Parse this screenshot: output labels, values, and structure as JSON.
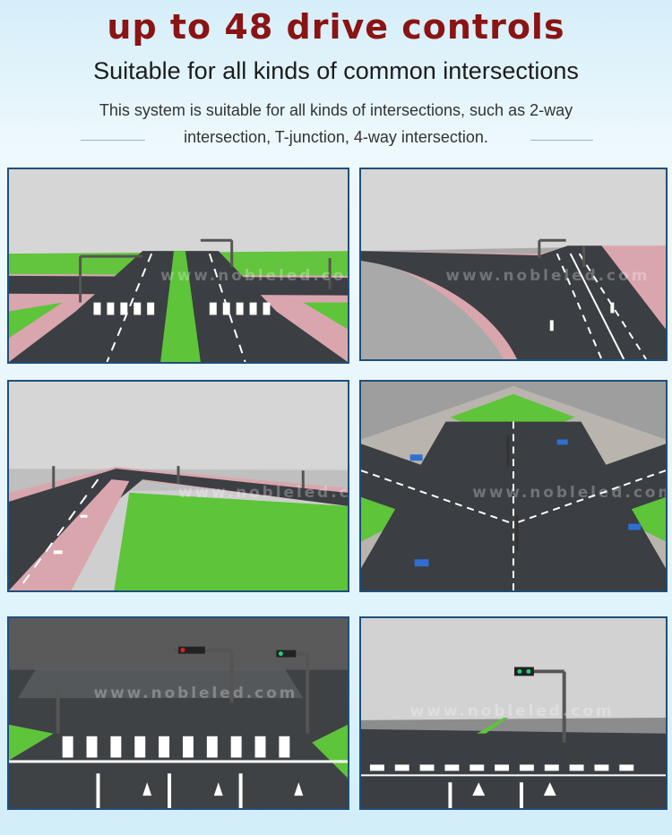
{
  "header": {
    "title": "up to 48 drive controls",
    "subtitle": "Suitable for all kinds of common intersections",
    "description_line1": "This system is suitable for all kinds of intersections, such as 2-way",
    "description_line2": "intersection, T-junction, 4-way intersection."
  },
  "watermark": "www.nobleled.com",
  "colors": {
    "title": "#8a1414",
    "panel_border": "#1f4f7a",
    "asphalt": "#3b3e42",
    "grass": "#5ec43a",
    "sidewalk": "#d9a6ad",
    "sky": "#d0d0d0"
  },
  "panels": [
    {
      "scene": "two-way intersection with median"
    },
    {
      "scene": "curved t-junction with pink sidewalk"
    },
    {
      "scene": "long road beside grass field"
    },
    {
      "scene": "four-way intersection aerial view"
    },
    {
      "scene": "crosswalk with signal poles"
    },
    {
      "scene": "single signal pole at crosswalk"
    }
  ]
}
